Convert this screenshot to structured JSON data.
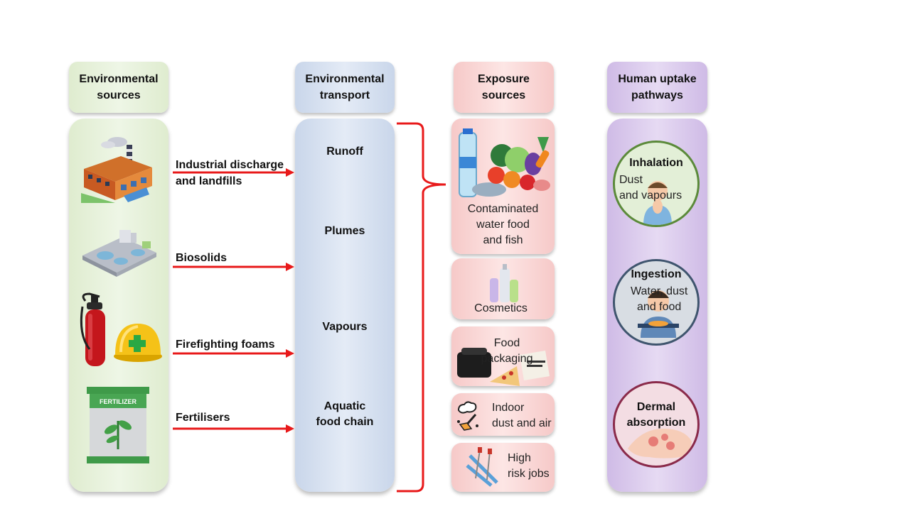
{
  "headers": {
    "sources": "Environmental\nsources",
    "transport": "Environmental\ntransport",
    "exposure": "Exposure\nsources",
    "uptake": "Human uptake\npathways"
  },
  "source_arrows": [
    {
      "label": "Industrial discharge\nand landfills",
      "icon": "factory-icon"
    },
    {
      "label": "Biosolids",
      "icon": "treatment-plant-icon"
    },
    {
      "label": "Firefighting foams",
      "icon": "fire-extinguisher-helmet-icon"
    },
    {
      "label": "Fertilisers",
      "icon": "fertilizer-bag-icon"
    }
  ],
  "fertilizer_bag_text": "FERTILIZER",
  "transport_items": [
    "Runoff",
    "Plumes",
    "Vapours",
    "Aquatic\nfood chain"
  ],
  "exposure_cards": [
    {
      "label": "Contaminated\nwater food\nand fish",
      "icon": "food-water-icon"
    },
    {
      "label": "Cosmetics",
      "icon": "cosmetics-icon"
    },
    {
      "label": "Food\npackaging",
      "icon": "food-packaging-icon"
    },
    {
      "label": "Indoor\ndust and air",
      "icon": "dust-icon"
    },
    {
      "label": "High\nrisk jobs",
      "icon": "ski-icon"
    }
  ],
  "uptake": [
    {
      "title": "Inhalation",
      "subtitle": "Dust\nand vapours",
      "border_color": "#5b8a3a"
    },
    {
      "title": "Ingestion",
      "subtitle": "Water, dust\nand food",
      "border_color": "#3f556e"
    },
    {
      "title": "Dermal\nabsorption",
      "subtitle": "",
      "border_color": "#8a2a4a"
    }
  ],
  "colors": {
    "arrow": "#e8191a",
    "brace": "#e8191a",
    "sources_fill": "#e2eed6",
    "transport_fill": "#d3deef",
    "exposure_fill": "#f9d2d1",
    "uptake_fill": "#dacbee"
  }
}
